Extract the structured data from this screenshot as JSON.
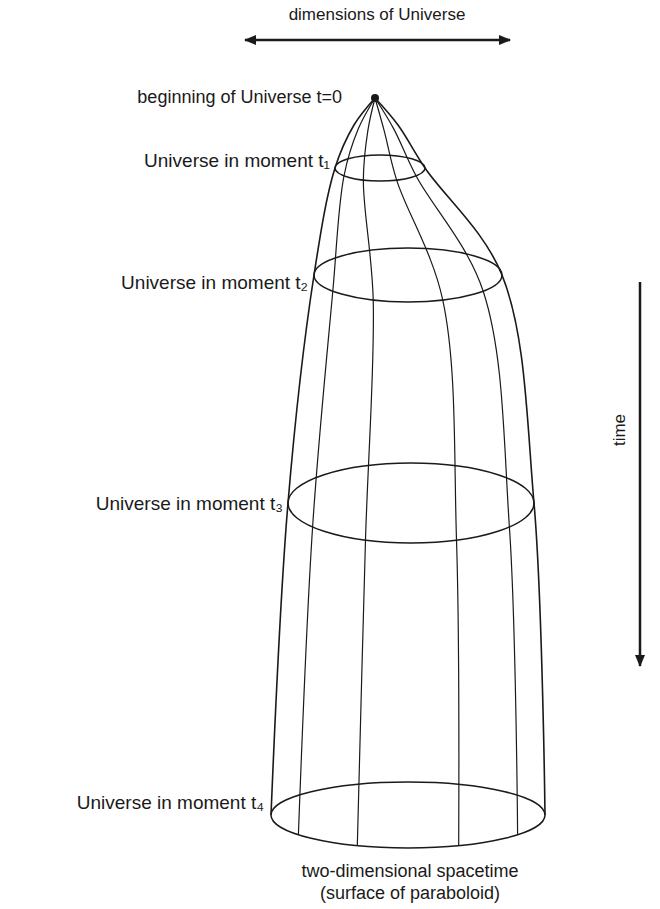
{
  "diagram": {
    "caption": "two-dimensional spacetime (surface of paraboloid)",
    "labels": [
      "dimensions of Universe",
      "beginning of Universe t=0",
      "Universe in moment t₁",
      "Universe in moment t₂",
      "Universe in moment t₃",
      "Universe in moment t₄",
      "time"
    ]
  }
}
